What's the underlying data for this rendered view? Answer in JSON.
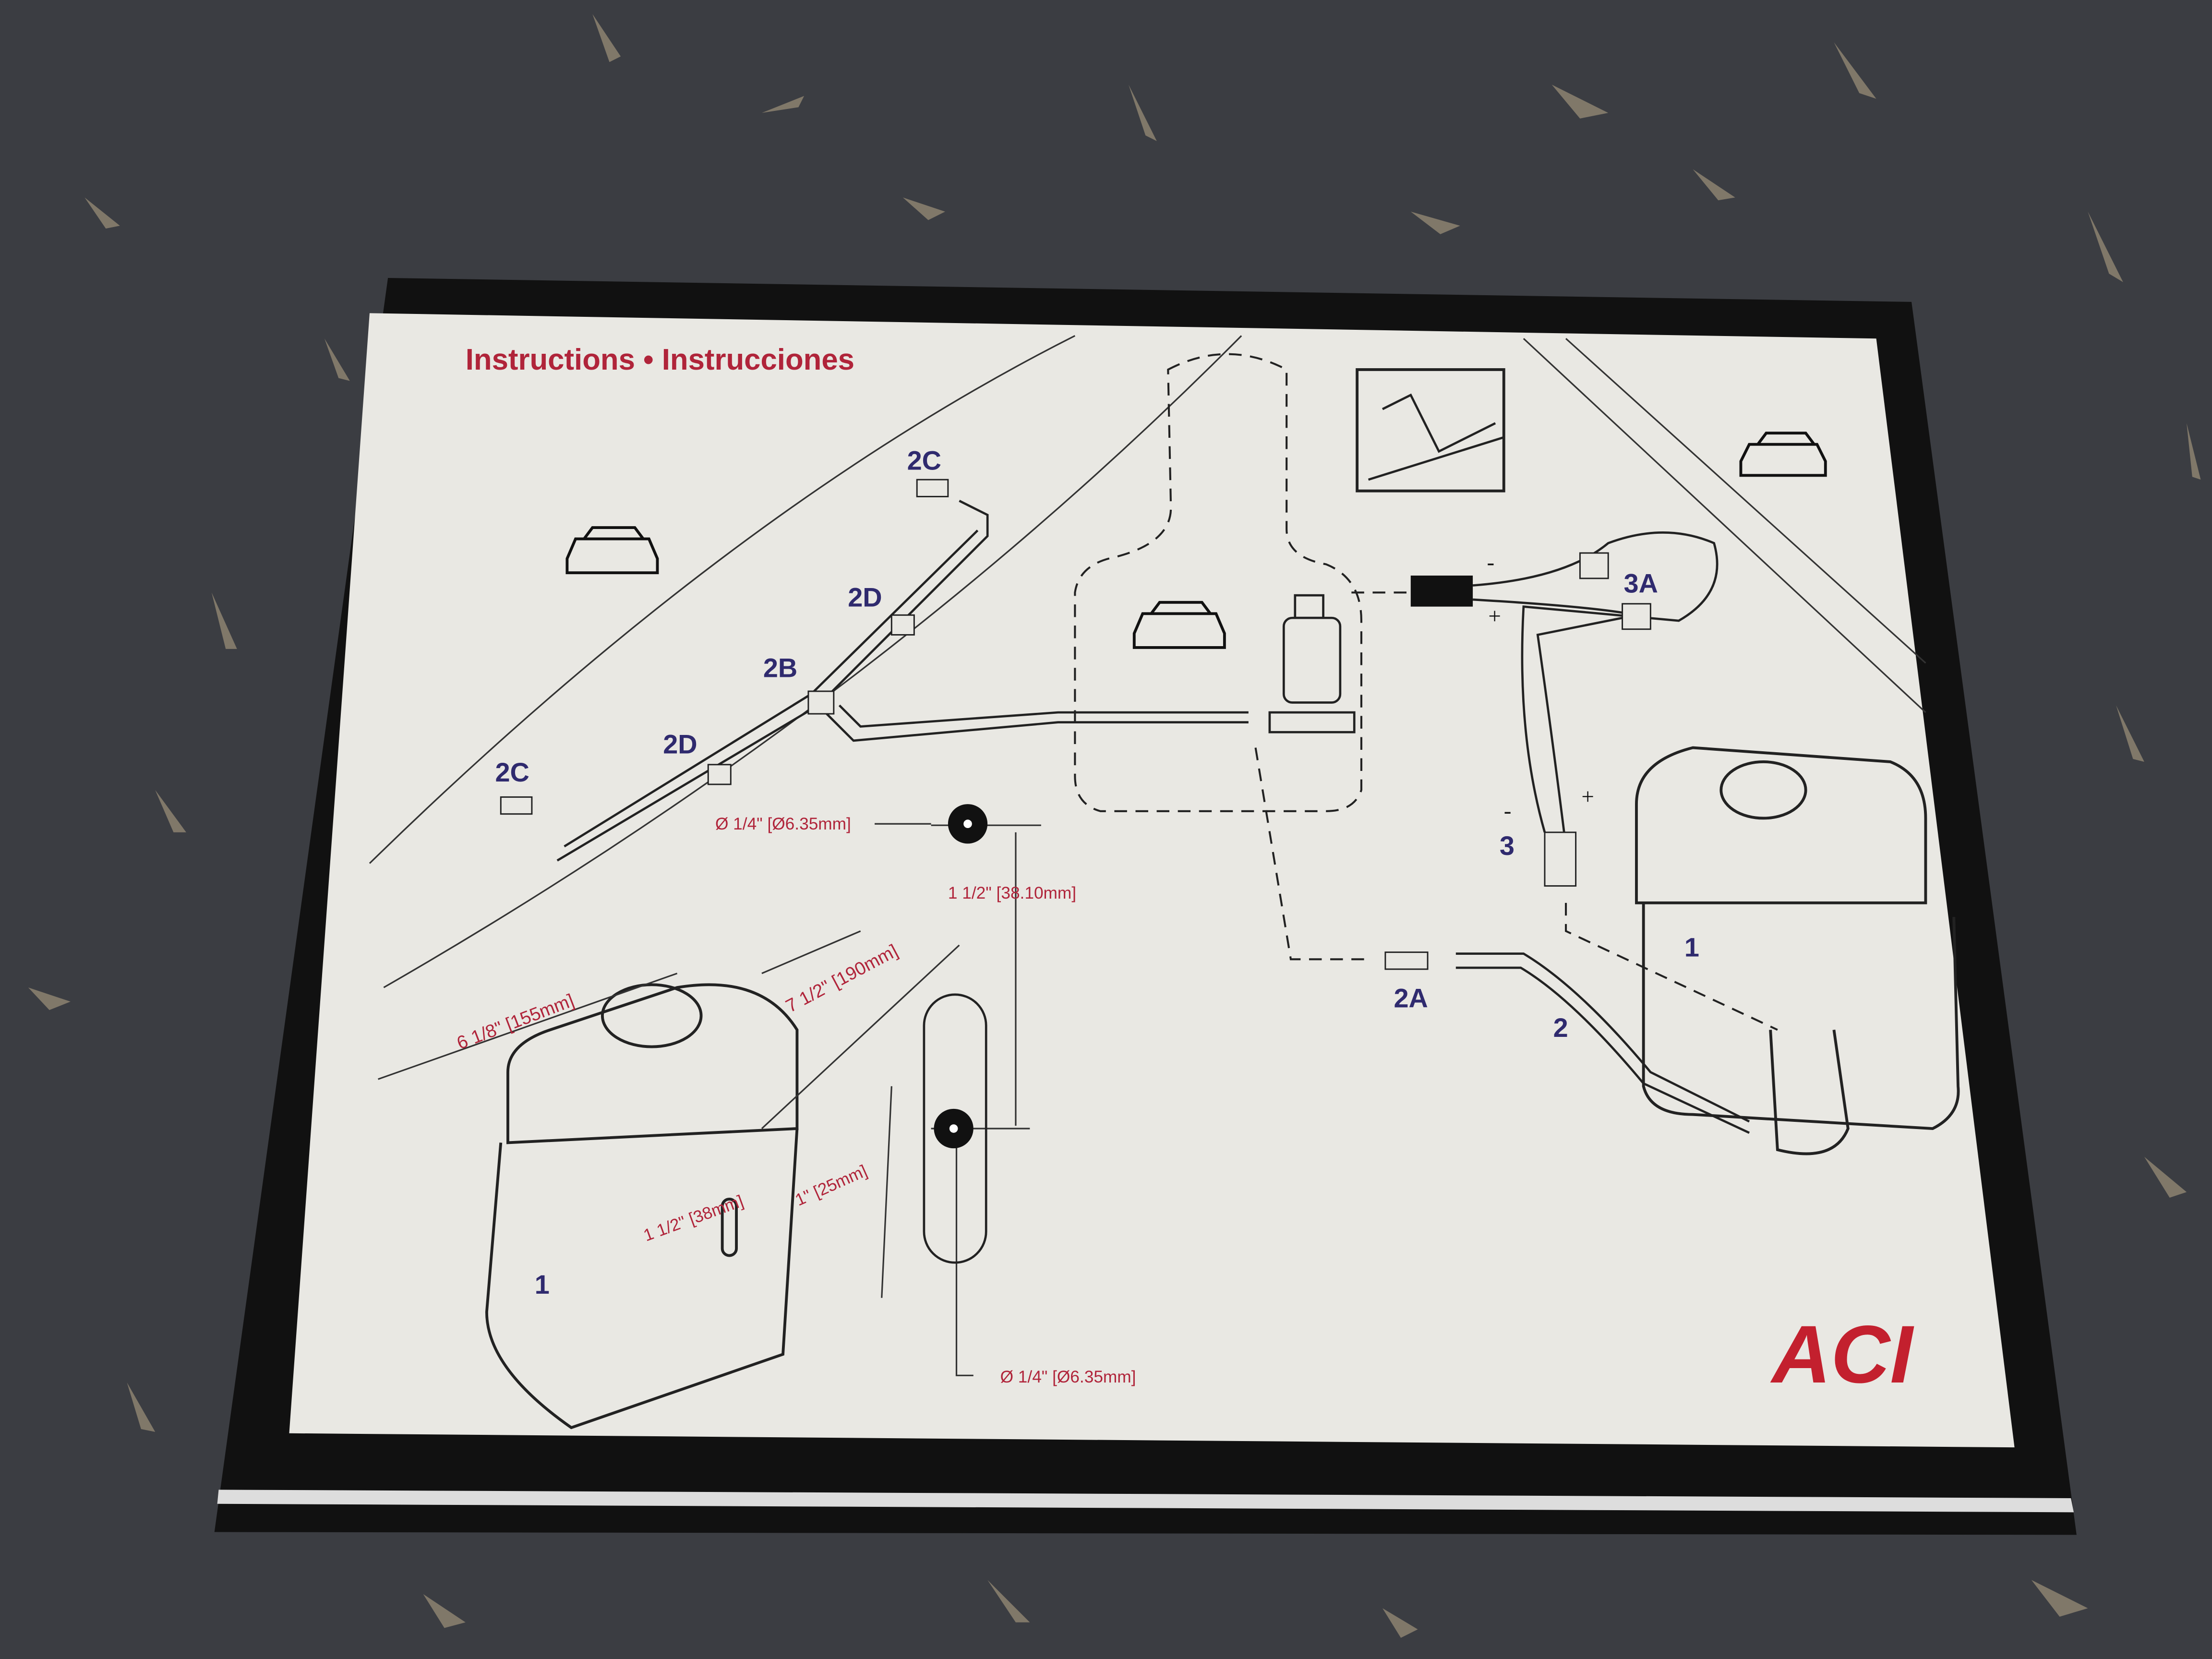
{
  "title": "Instructions • Instrucciones",
  "brand_logo": "ACI",
  "part_labels": {
    "nozzle_top": "2C",
    "clip_top": "2D",
    "tee": "2B",
    "clip_bottom": "2D",
    "nozzle_bottom": "2C",
    "connector": "3A",
    "harness": "3",
    "reservoir_right": "1",
    "coupler": "2A",
    "hose": "2",
    "reservoir_left": "1"
  },
  "polarity": {
    "upper_minus": "-",
    "upper_plus": "+",
    "lower_minus": "-",
    "lower_plus": "+"
  },
  "dimensions": {
    "hole_top": "Ø 1/4\"  [Ø6.35mm]",
    "hole_spacing": "1 1/2\"  [38.10mm]",
    "width": "6 1/8\" [155mm]",
    "height": "7 1/2\" [190mm]",
    "slot_offset": "1 1/2\" [38mm]",
    "slot_length": "1\" [25mm]",
    "hole_bottom": "Ø 1/4\"  [Ø6.35mm]"
  },
  "colors": {
    "accent_red": "#b0243a",
    "label_blue": "#2f2a6e"
  }
}
